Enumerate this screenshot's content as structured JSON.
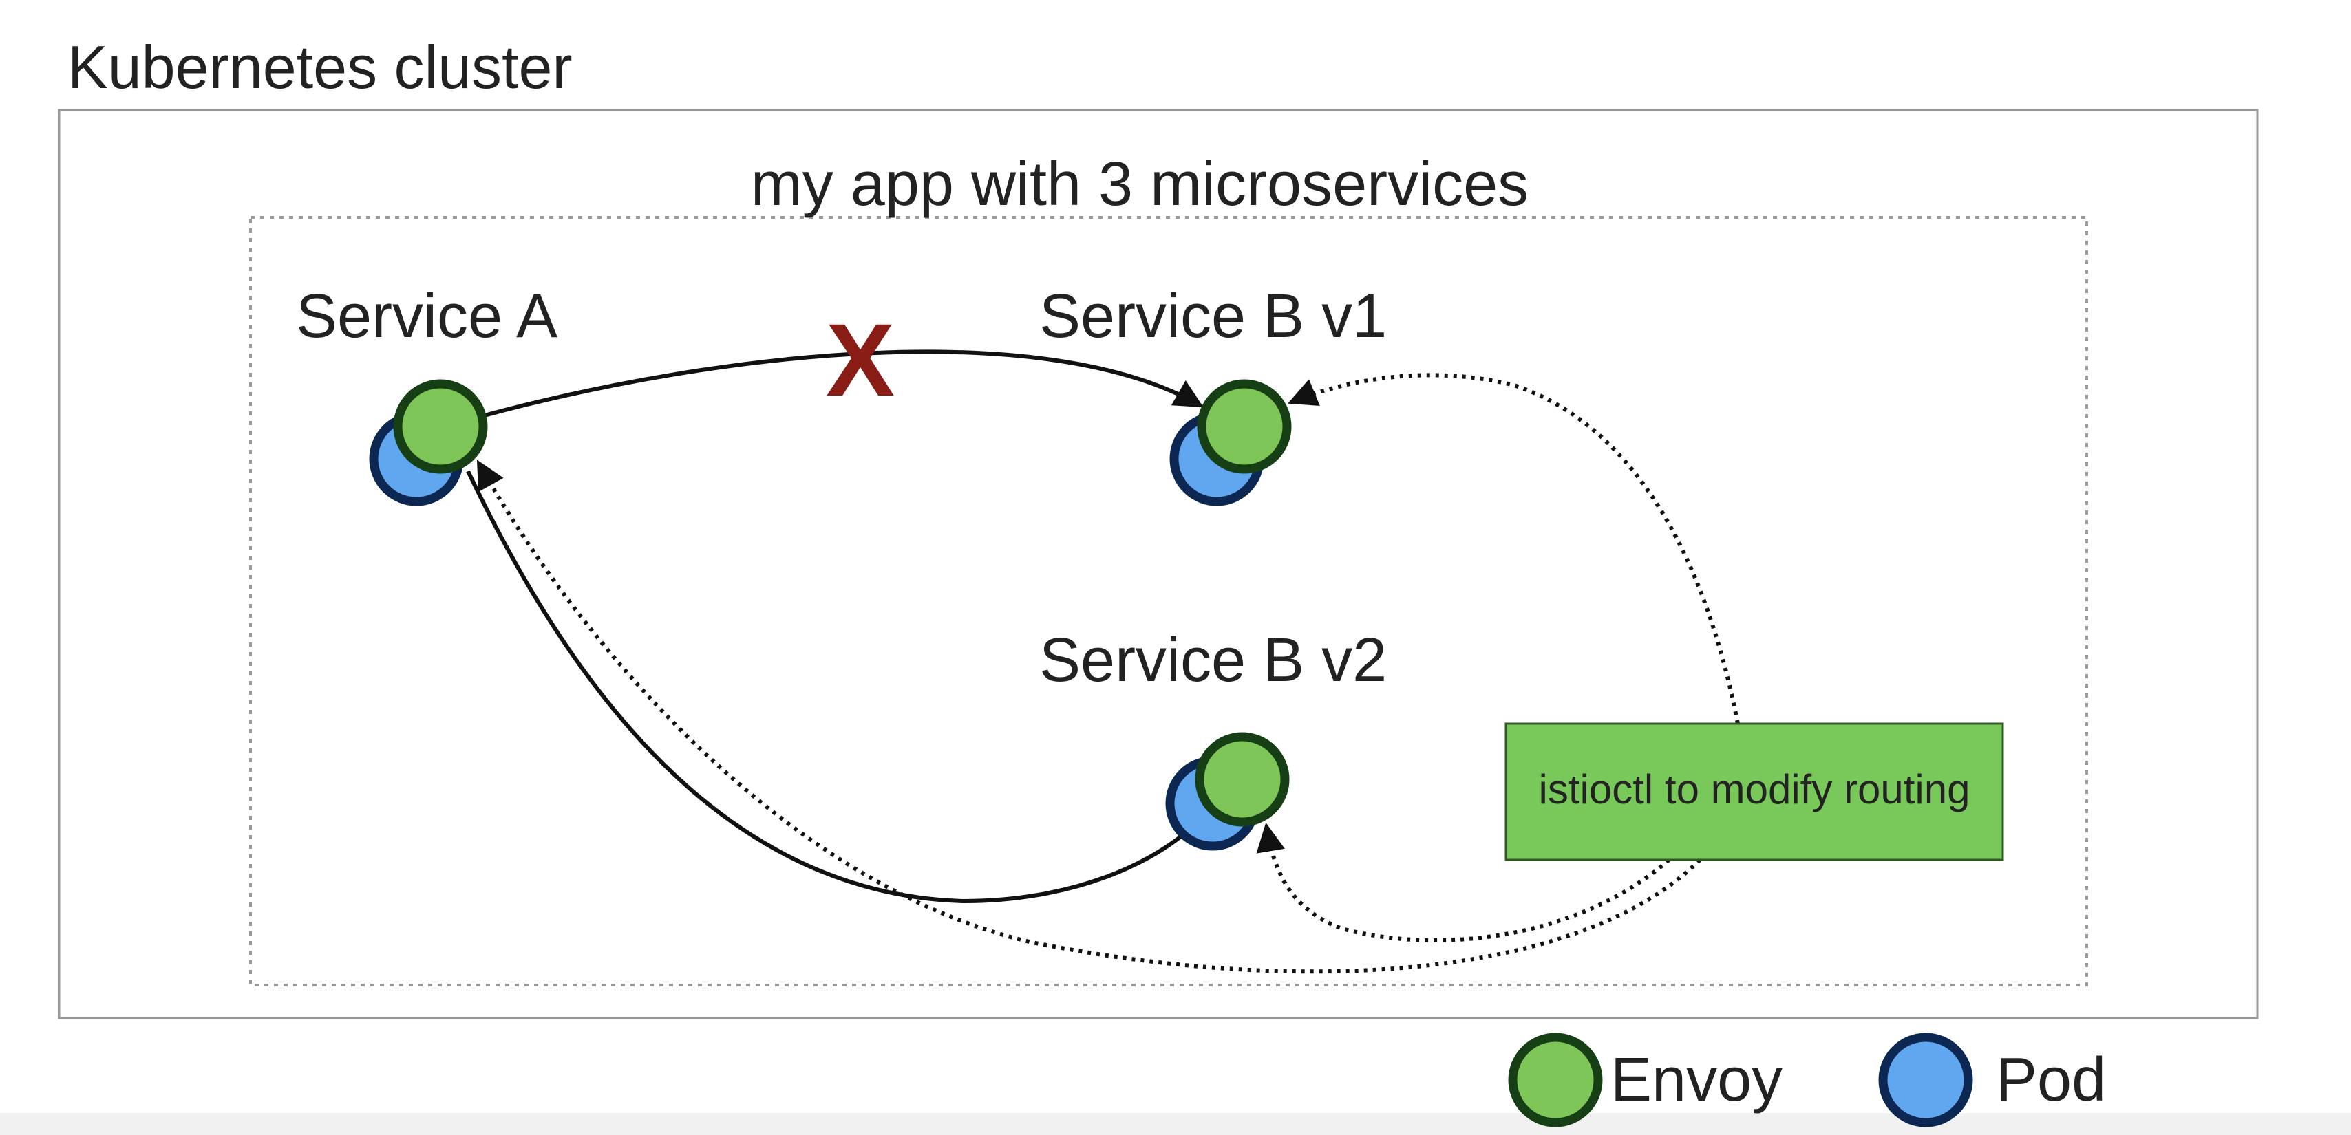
{
  "cluster": {
    "label": "Kubernetes cluster"
  },
  "app": {
    "label": "my app with 3 microservices"
  },
  "services": {
    "a": {
      "label": "Service A"
    },
    "b_v1": {
      "label": "Service B v1"
    },
    "b_v2": {
      "label": "Service B v2"
    }
  },
  "blocked_marker": "X",
  "routing_box": {
    "label": "istioctl to modify routing"
  },
  "legend": {
    "envoy": "Envoy",
    "pod": "Pod"
  },
  "colors": {
    "envoy_fill": "#7dc657",
    "envoy_stroke": "#173f16",
    "pod_fill": "#61a7f0",
    "pod_stroke": "#0b2752",
    "routing_box_fill": "#79c85a",
    "blocked_marker": "#8a1c16"
  }
}
